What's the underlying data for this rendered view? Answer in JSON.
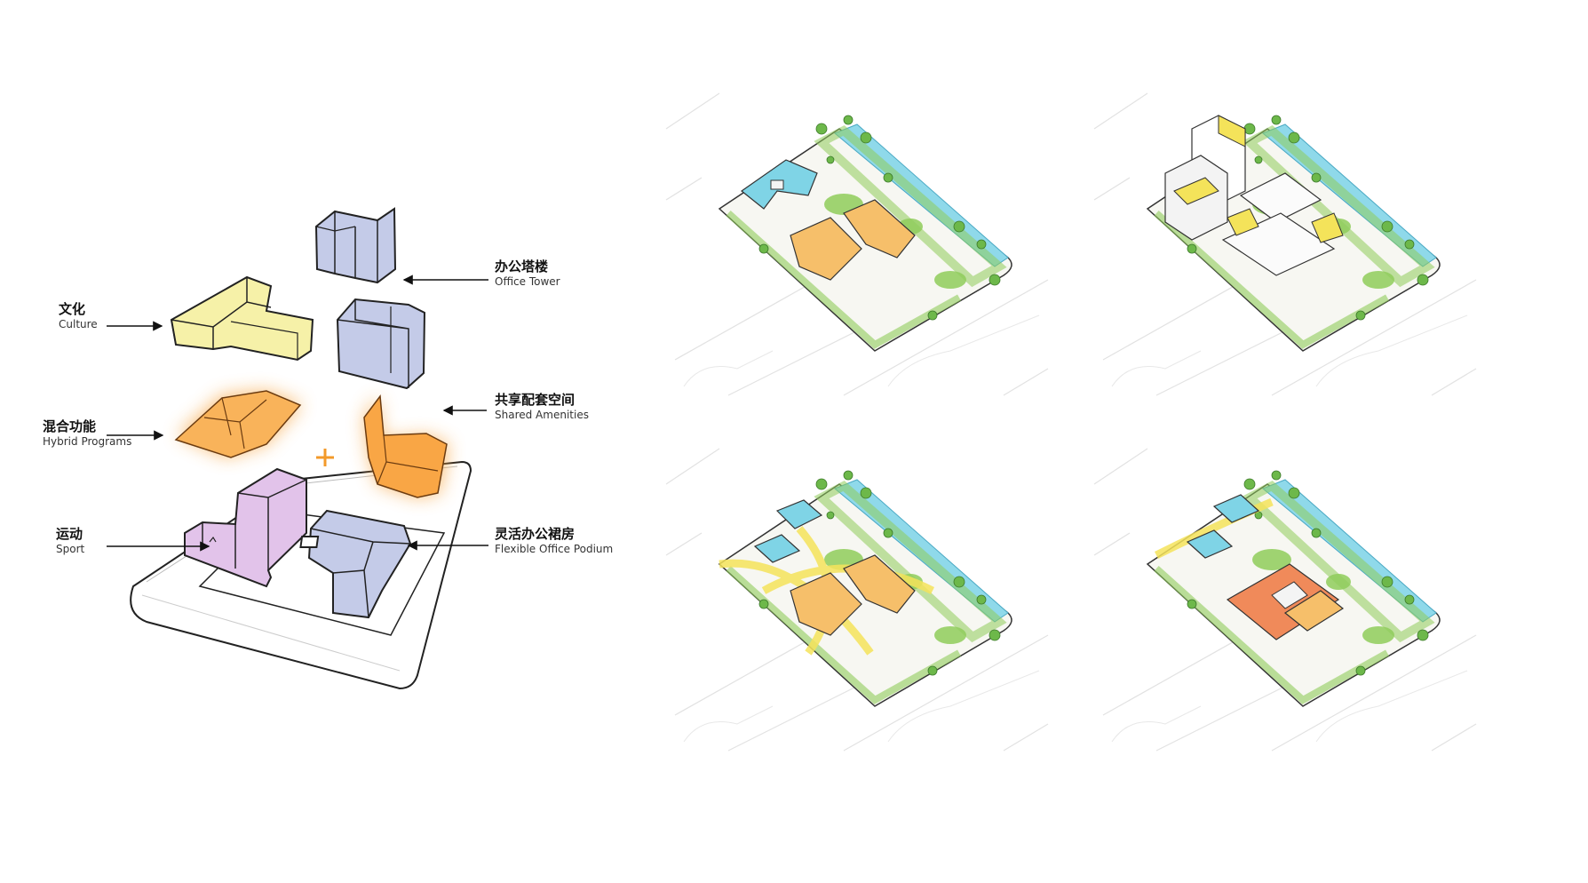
{
  "diagram": {
    "labels": {
      "office_tower": {
        "zh": "办公塔楼",
        "en": "Office Tower"
      },
      "culture": {
        "zh": "文化",
        "en": "Culture"
      },
      "shared_amenities": {
        "zh": "共享配套空间",
        "en": "Shared Amenities"
      },
      "hybrid_programs": {
        "zh": "混合功能",
        "en": "Hybrid Programs"
      },
      "sport": {
        "zh": "运动",
        "en": "Sport"
      },
      "flexible_office_podium": {
        "zh": "灵活办公裙房",
        "en": "Flexible Office Podium"
      }
    },
    "colors": {
      "office": "#c4cbe8",
      "culture": "#f6f1a8",
      "amenities": "#f7a23a",
      "sport": "#e2c3ea",
      "green": "#8fcc5a",
      "water": "#8fd9ea",
      "yellow_path": "#f4e35a",
      "roof_orange": "#f6bf6a",
      "roof_red": "#f08a5a",
      "roof_cyan": "#7fd4e6"
    },
    "panels": [
      "site-plan-1",
      "site-plan-2",
      "site-plan-3",
      "site-plan-4"
    ]
  }
}
